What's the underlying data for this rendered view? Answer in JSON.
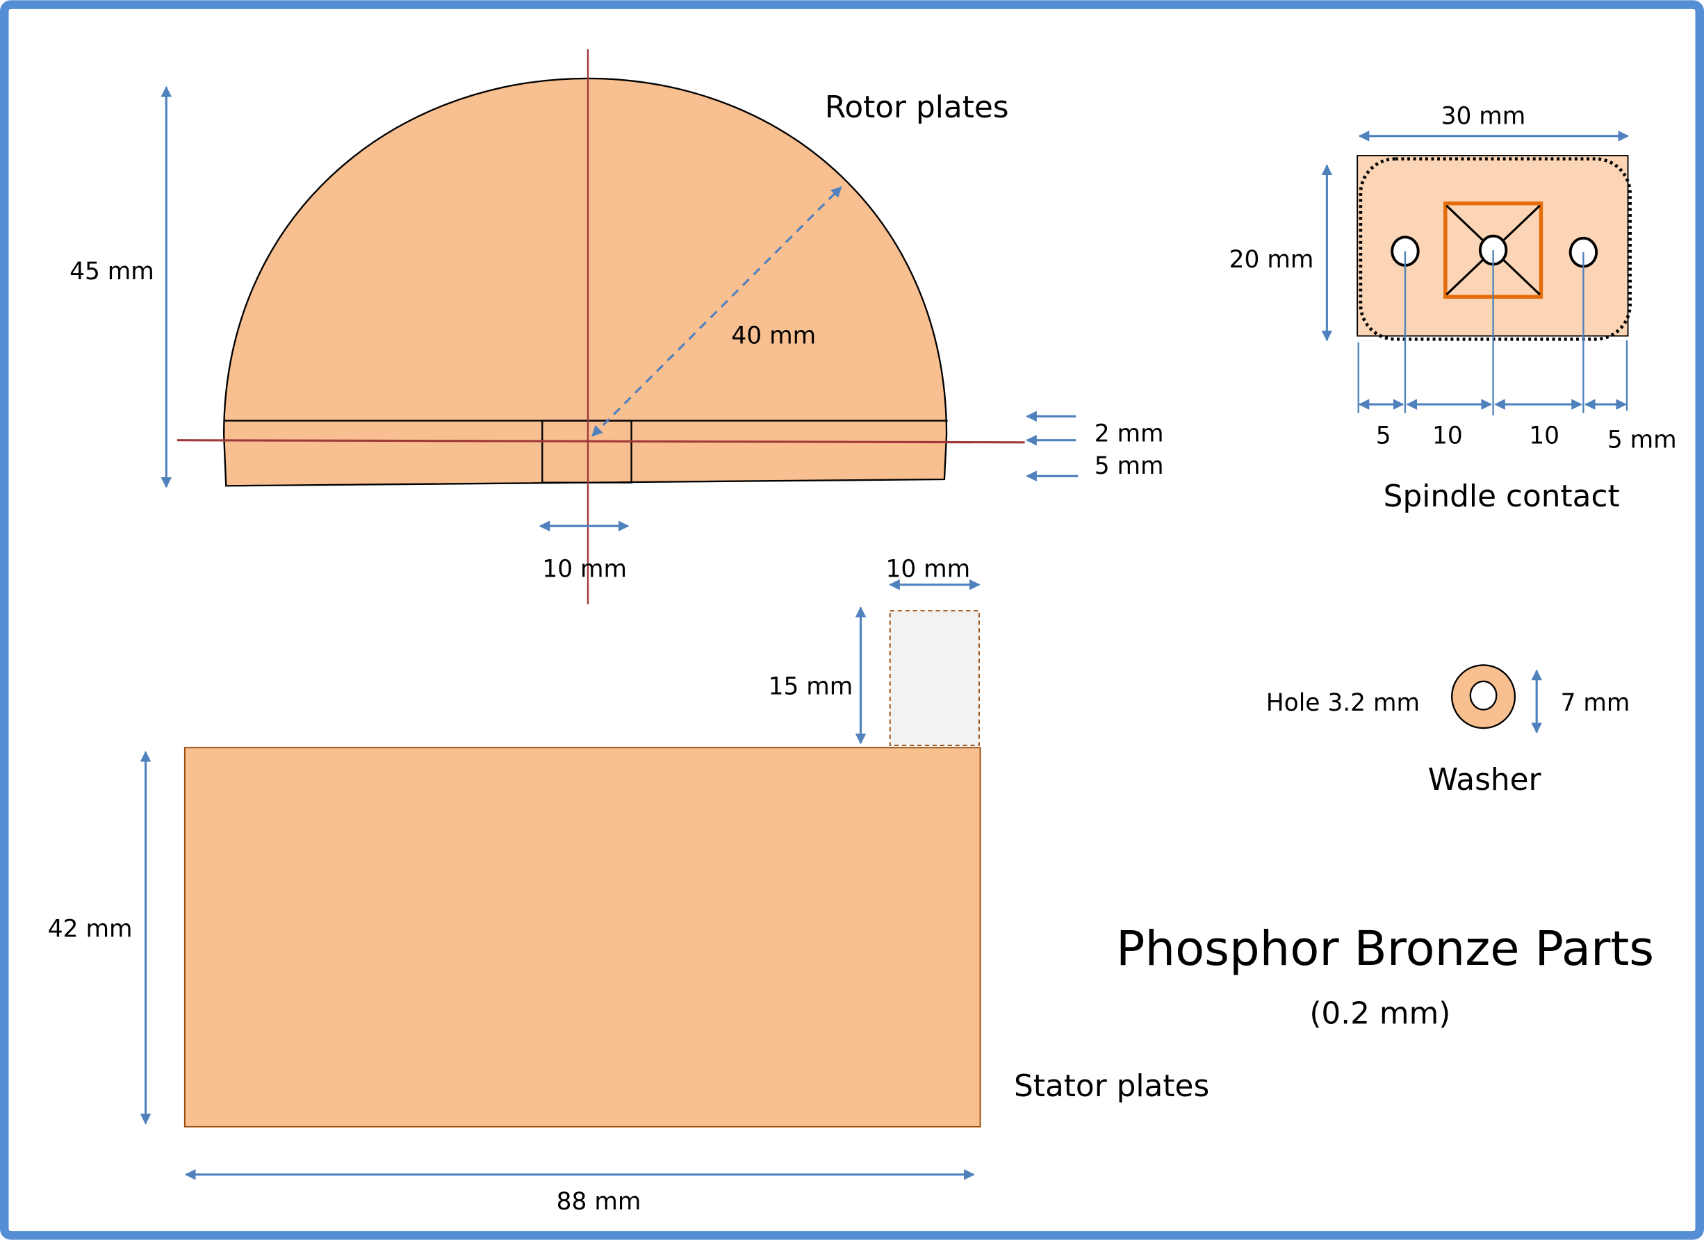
{
  "title": "Phosphor Bronze Parts",
  "subtitle": "(0.2 mm)",
  "colors": {
    "frame": "#558ED5",
    "bronze_fill": "#F8C091",
    "spindle_fill": "#FBD5B5",
    "accent_orange": "#E46C0A",
    "centerline_red": "#A0393B",
    "dimension_blue": "#4F81BD",
    "tab_fill": "#F2F2F2",
    "tab_border": "#984807"
  },
  "rotor": {
    "label": "Rotor plates",
    "height_dim": "45 mm",
    "radius_dim": "40 mm",
    "band_dim_top": "2 mm",
    "band_dim_bottom": "5 mm",
    "slot_width_dim": "10 mm"
  },
  "spindle": {
    "label": "Spindle contact",
    "width_dim": "30 mm",
    "height_dim": "20 mm",
    "spacing": [
      "5",
      "10",
      "10",
      "5 mm"
    ]
  },
  "washer": {
    "label": "Washer",
    "hole_dim": "Hole 3.2 mm",
    "outer_dim": "7 mm"
  },
  "stator": {
    "label": "Stator plates",
    "height_dim": "42 mm",
    "width_dim": "88 mm",
    "tab_width_dim": "10 mm",
    "tab_height_dim": "15 mm"
  }
}
